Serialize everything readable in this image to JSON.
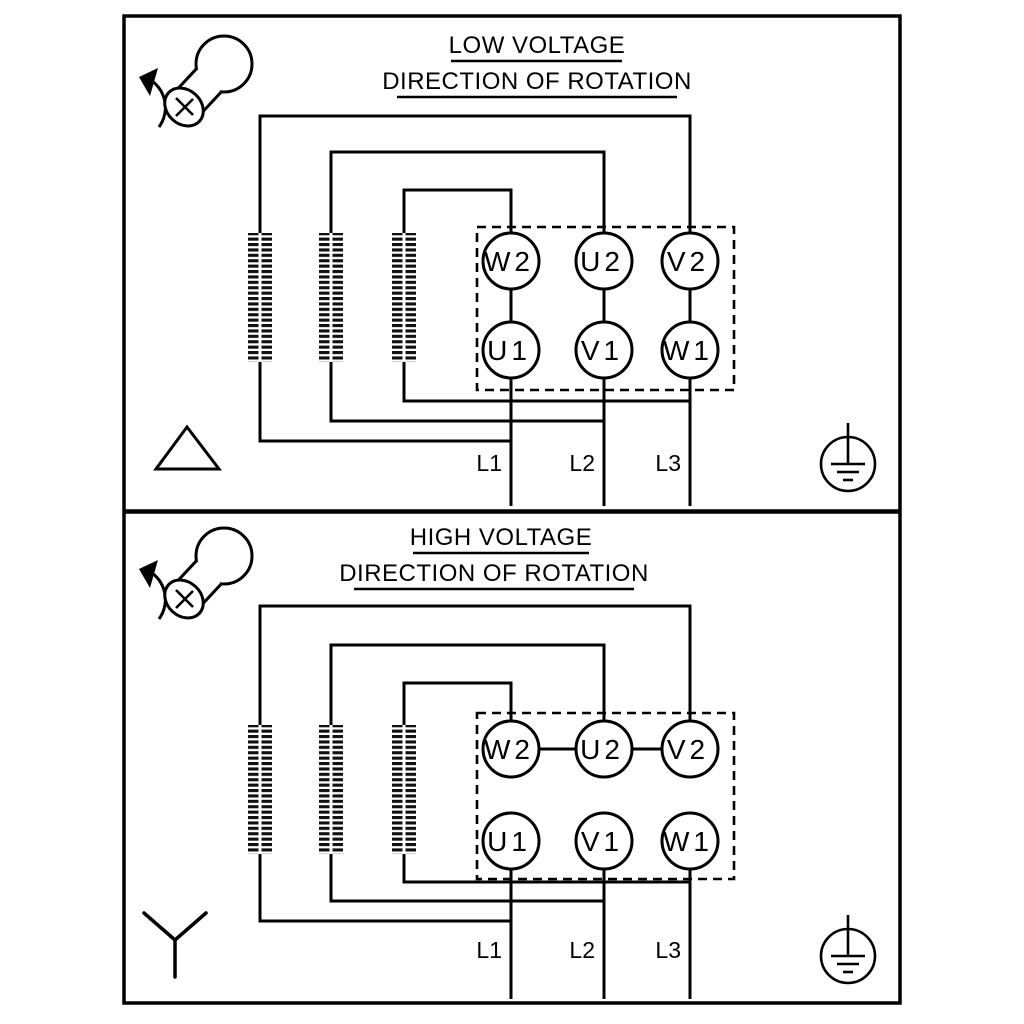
{
  "diagram": {
    "background": "#ffffff",
    "line_color": "#000000"
  },
  "panels": [
    {
      "id": "low-voltage",
      "title": "LOW VOLTAGE",
      "subtitle": "DIRECTION OF ROTATION",
      "connection_type": "delta",
      "connection_icon": "delta-triangle-icon",
      "rotation_icon": "rotating-shaft-arrow-icon",
      "earth_icon": "protective-earth-ground-icon",
      "terminals_top_row": [
        "W2",
        "U2",
        "V2"
      ],
      "terminals_bottom_row": [
        "U1",
        "V1",
        "W1"
      ],
      "supply_lines": [
        "L1",
        "L2",
        "L3"
      ]
    },
    {
      "id": "high-voltage",
      "title": "HIGH VOLTAGE",
      "subtitle": "DIRECTION OF ROTATION",
      "connection_type": "star",
      "connection_icon": "star-wye-icon",
      "rotation_icon": "rotating-shaft-arrow-icon",
      "earth_icon": "protective-earth-ground-icon",
      "terminals_top_row": [
        "W2",
        "U2",
        "V2"
      ],
      "terminals_bottom_row": [
        "U1",
        "V1",
        "W1"
      ],
      "supply_lines": [
        "L1",
        "L2",
        "L3"
      ]
    }
  ]
}
